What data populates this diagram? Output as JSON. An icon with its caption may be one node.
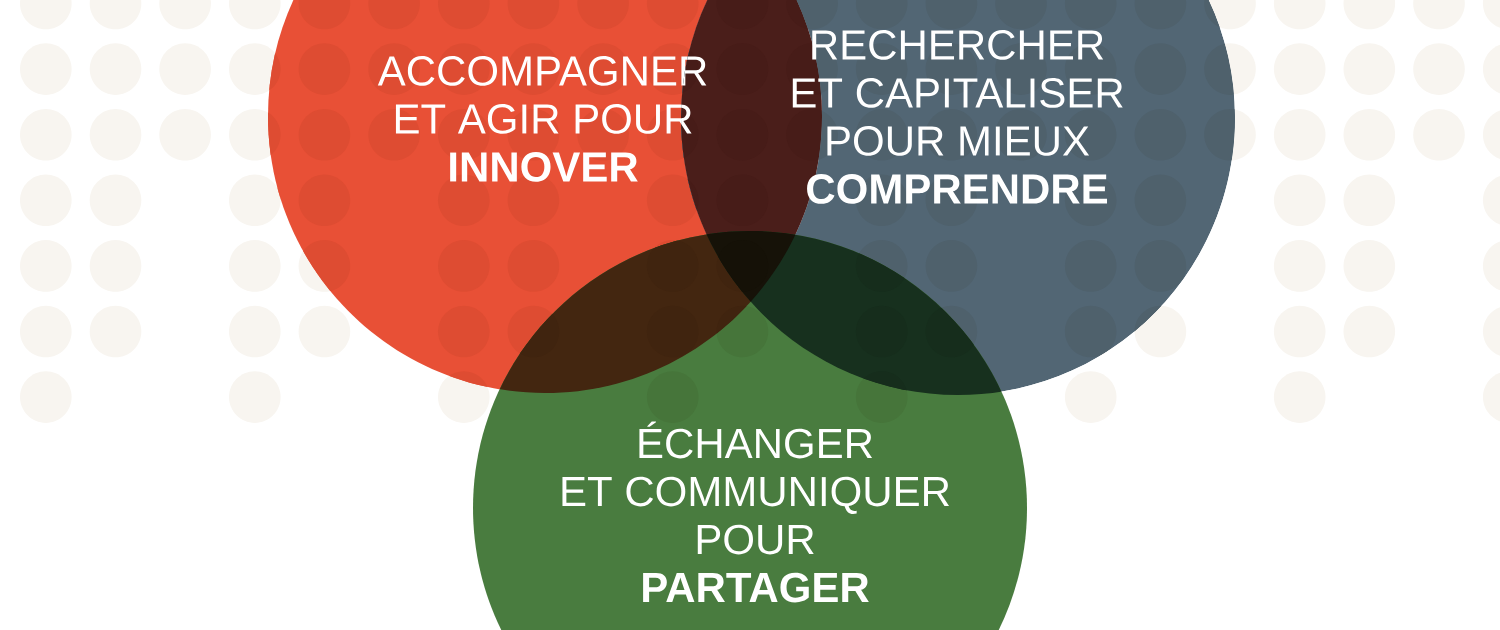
{
  "diagram": {
    "nodes": [
      {
        "text": [
          "ACCOMPAGNER ET AGIR POUR **INNOVER**"
        ]
      },
      {
        "text": [
          "RECHERCHER ET CAPITALISER POUR MIEUX **COMPRENDRE**"
        ]
      },
      {
        "text": [
          "ÉCHANGER ET COMMUNIQUER POUR **PARTAGER**"
        ]
      }
    ]
  }
}
